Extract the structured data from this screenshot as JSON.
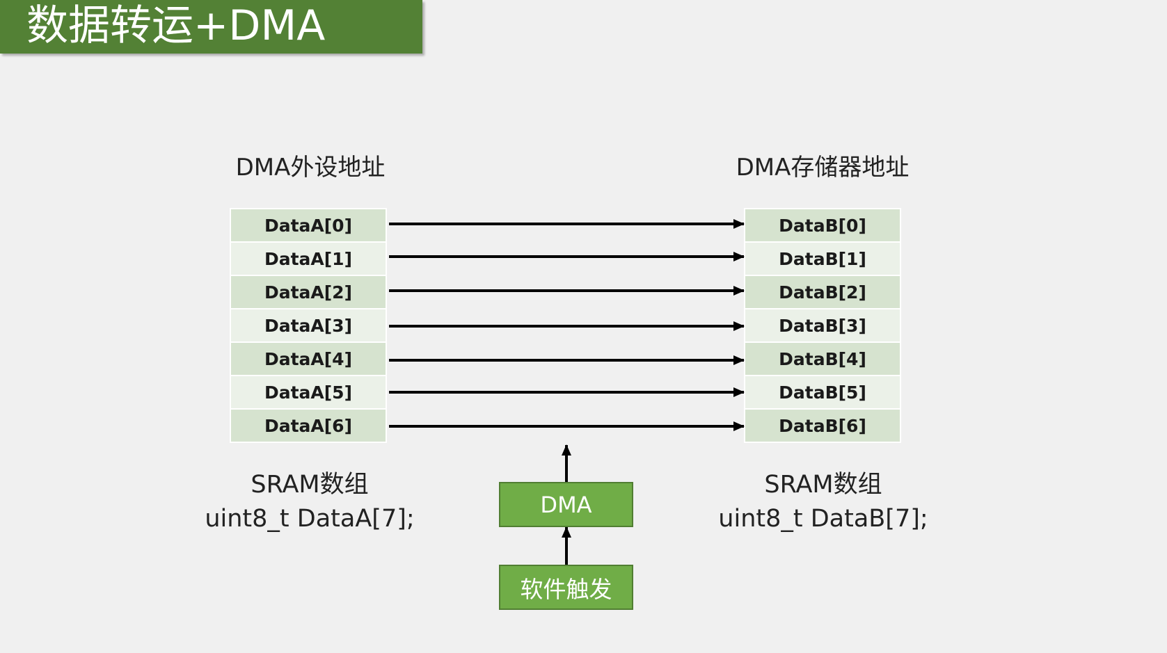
{
  "title": "数据转运+DMA",
  "left_header": "DMA外设地址",
  "right_header": "DMA存储器地址",
  "left_cells": [
    "DataA[0]",
    "DataA[1]",
    "DataA[2]",
    "DataA[3]",
    "DataA[4]",
    "DataA[5]",
    "DataA[6]"
  ],
  "right_cells": [
    "DataB[0]",
    "DataB[1]",
    "DataB[2]",
    "DataB[3]",
    "DataB[4]",
    "DataB[5]",
    "DataB[6]"
  ],
  "left_caption": {
    "line1": "SRAM数组",
    "line2": "uint8_t DataA[7];"
  },
  "right_caption": {
    "line1": "SRAM数组",
    "line2": "uint8_t DataB[7];"
  },
  "dma_label": "DMA",
  "trigger_label": "软件触发",
  "colors": {
    "title_bg": "#538135",
    "cell_dark": "#d6e3cf",
    "cell_light": "#ebf1e8",
    "box_fill": "#70ad47",
    "box_border": "#507e32",
    "arrow": "#000000"
  }
}
